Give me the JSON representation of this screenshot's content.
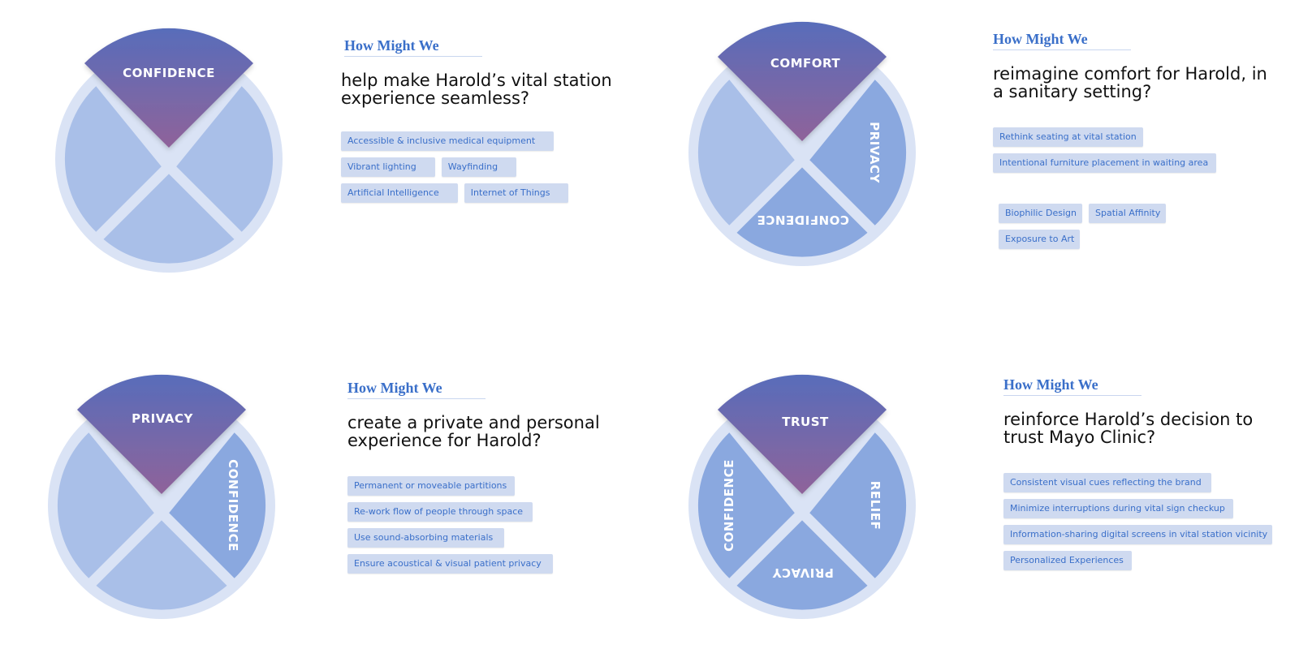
{
  "colors": {
    "ring": "#dae3f5",
    "petal_light": "#a9bfe8",
    "petal_mid": "#8aa8df",
    "top_gradient_start": "#586dba",
    "top_gradient_end": "#8f639a",
    "chip_bg": "#cfdaf0",
    "accent_text": "#3a6fc9"
  },
  "quadrants": [
    {
      "wheel": {
        "top": "CONFIDENCE",
        "right": "",
        "bottom": "",
        "left": ""
      },
      "kicker": "How Might We",
      "question": "help make Harold’s vital station experience seamless?",
      "chip_rows": [
        [
          "Accessible & inclusive medical equipment"
        ],
        [
          "Vibrant lighting",
          "Wayfinding"
        ],
        [
          "Artificial Intelligence",
          "Internet of Things"
        ]
      ]
    },
    {
      "wheel": {
        "top": "COMFORT",
        "right": "PRIVACY",
        "bottom": "CONFIDENCE",
        "left": ""
      },
      "kicker": "How Might We",
      "question": "reimagine comfort for Harold, in a sanitary setting?",
      "chip_rows": [
        [
          "Rethink seating at vital station"
        ],
        [
          "Intentional furniture placement in waiting area"
        ]
      ],
      "chip_rows_2": [
        [
          "Biophilic Design",
          "Spatial Affinity"
        ],
        [
          "Exposure to Art"
        ]
      ]
    },
    {
      "wheel": {
        "top": "PRIVACY",
        "right": "CONFIDENCE",
        "bottom": "",
        "left": ""
      },
      "kicker": "How Might We",
      "question": "create a private and personal experience for Harold?",
      "chip_rows": [
        [
          "Permanent or moveable partitions"
        ],
        [
          "Re-work flow of people through space"
        ],
        [
          "Use sound-absorbing materials"
        ],
        [
          "Ensure acoustical & visual patient privacy"
        ]
      ]
    },
    {
      "wheel": {
        "top": "TRUST",
        "right": "RELIEF",
        "bottom": "PRIVACY",
        "left": "CONFIDENCE"
      },
      "kicker": "How Might We",
      "question": "reinforce Harold’s decision to trust Mayo Clinic?",
      "chip_rows": [
        [
          "Consistent visual cues reflecting the brand"
        ],
        [
          "Minimize interruptions during vital sign checkup"
        ],
        [
          "Information-sharing digital screens in vital station vicinity"
        ],
        [
          "Personalized Experiences"
        ]
      ]
    }
  ]
}
